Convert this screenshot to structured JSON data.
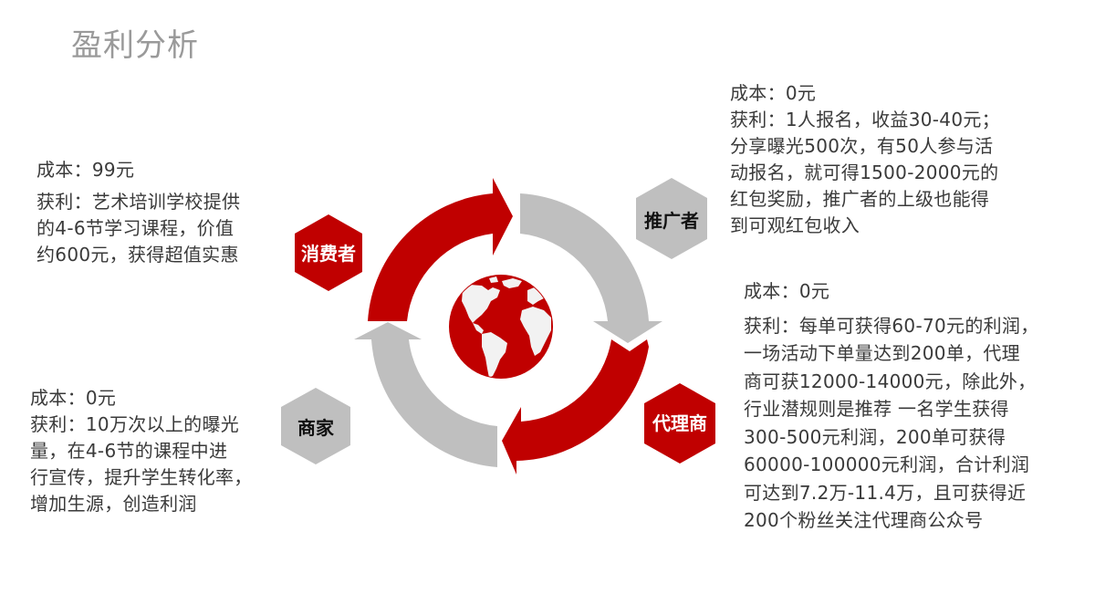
{
  "title": "盈利分析",
  "colors": {
    "accent_red": "#c00000",
    "arrow_gray": "#bfbfbf",
    "title_gray": "#9a9a9a",
    "text_dark": "#3a3a3a",
    "globe_land": "#f2f2f2"
  },
  "center_icon": "globe-icon",
  "cycle_order": [
    "消费者",
    "推广者",
    "代理商",
    "商家"
  ],
  "roles": {
    "consumer": {
      "label": "消费者",
      "hex_color": "red",
      "cost": "成本：99元",
      "profit": "获利：艺术培训学校提供\n的4-6节学习课程，价值\n约600元，获得超值实惠"
    },
    "promoter": {
      "label": "推广者",
      "hex_color": "gray",
      "cost": "成本：0元",
      "profit": "获利：1人报名，收益30-40元；\n分享曝光500次，有50人参与活\n动报名，就可得1500-2000元的\n红包奖励，推广者的上级也能得\n到可观红包收入"
    },
    "agent": {
      "label": "代理商",
      "hex_color": "red",
      "cost": "成本：0元",
      "profit": "获利：每单可获得60-70元的利润，\n一场活动下单量达到200单，代理\n商可获12000-14000元，除此外，\n行业潜规则是推荐 一名学生获得\n300-500元利润，200单可获得\n60000-100000元利润，合计利润\n可达到7.2万-11.4万，且可获得近\n200个粉丝关注代理商公众号"
    },
    "merchant": {
      "label": "商家",
      "hex_color": "gray",
      "cost": "成本：0元",
      "profit": "获利：10万次以上的曝光\n量，在4-6节的课程中进\n行宣传，提升学生转化率，\n增加生源，创造利润"
    }
  }
}
